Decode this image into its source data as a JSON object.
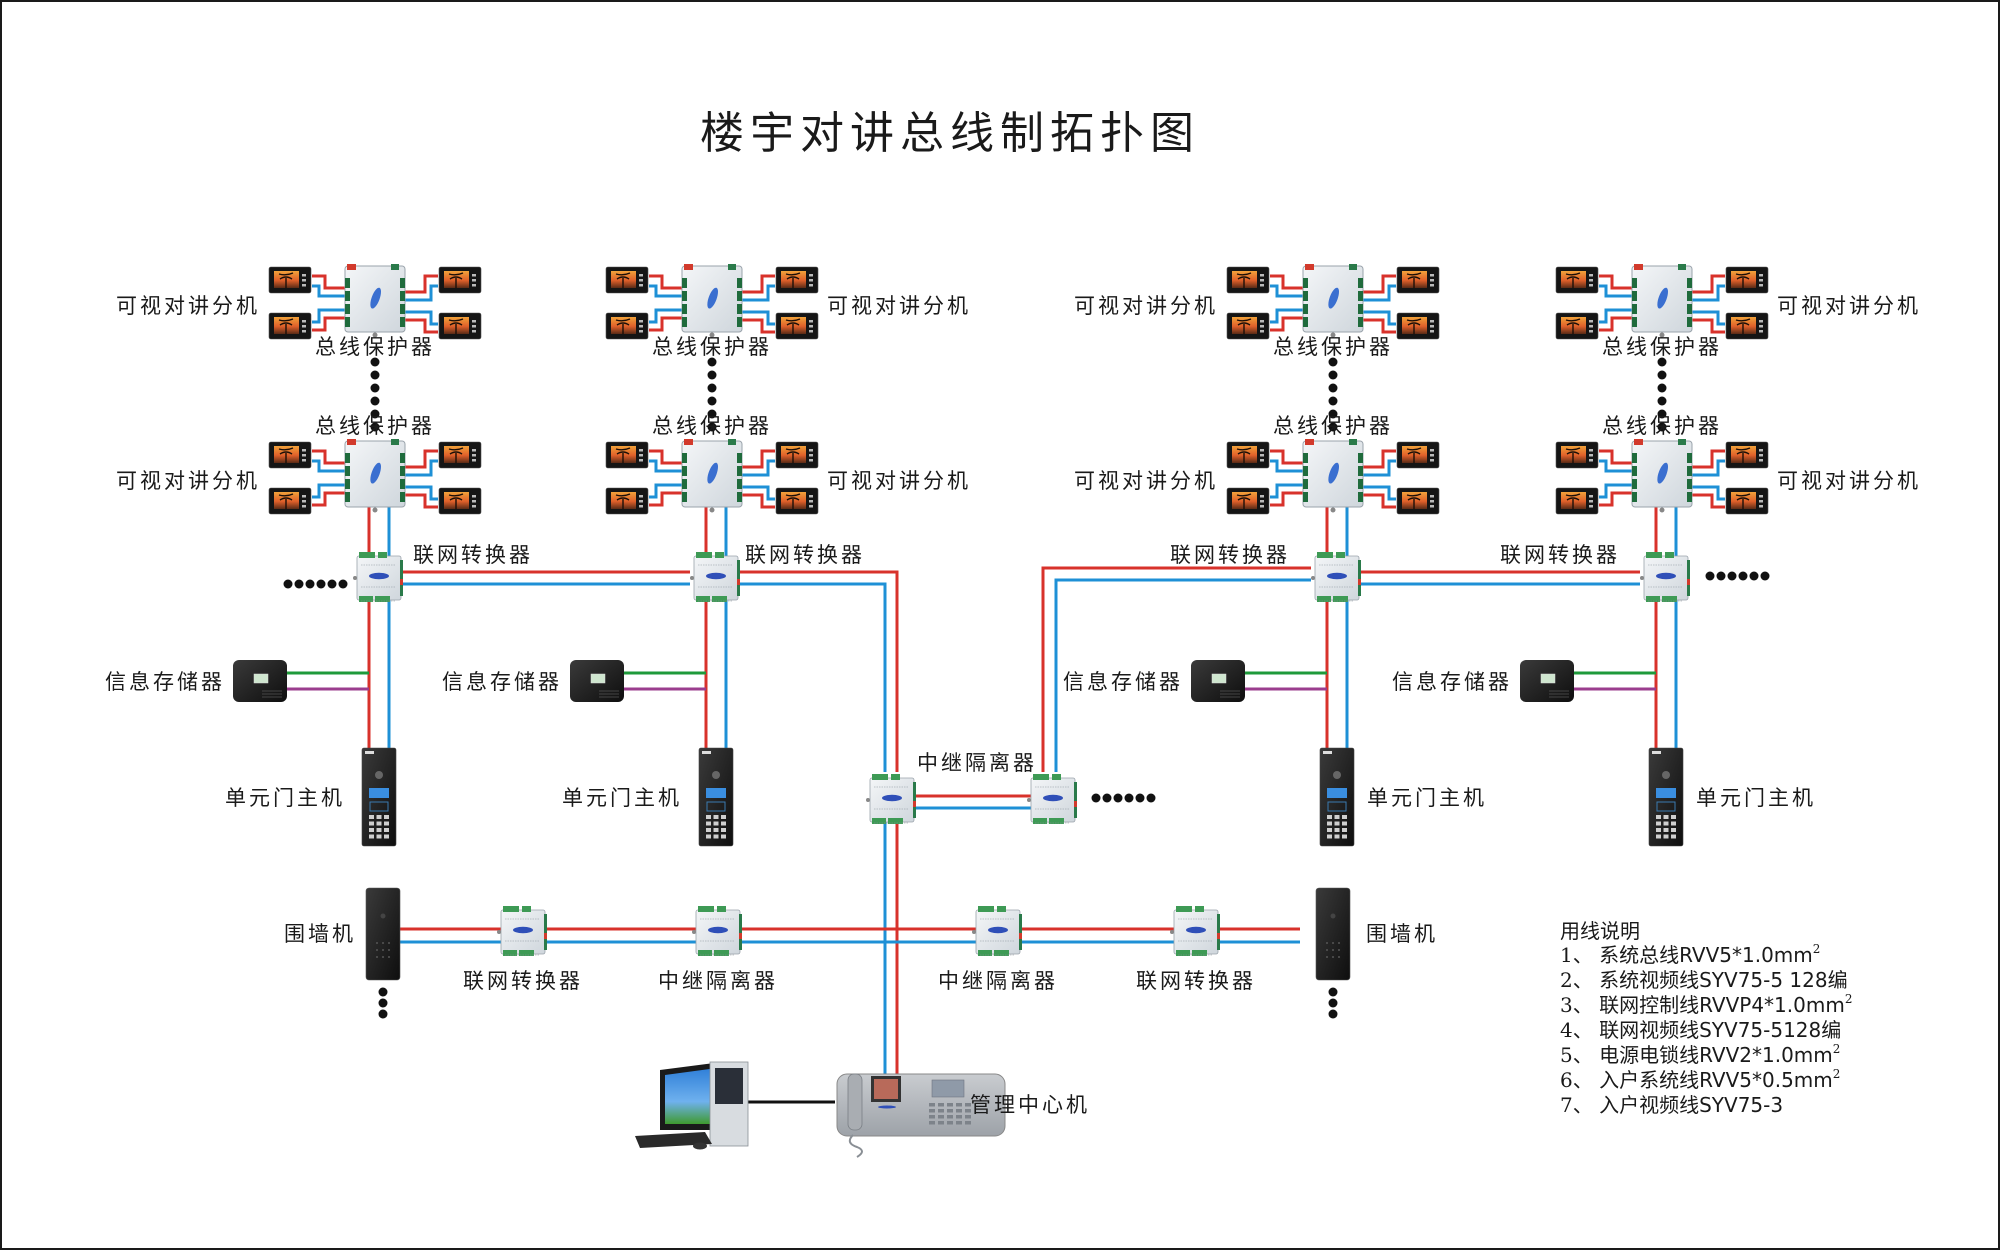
{
  "title": "楼宇对讲总线制拓扑图",
  "colors": {
    "bus_line": "#d8322b",
    "video_line": "#1e90d6",
    "lock_line": "#1e9a3a",
    "storage_line": "#9b3d8e",
    "pc_line": "#111111",
    "dots": "#111111"
  },
  "labels": {
    "indoor_monitor": "可视对讲分机",
    "bus_protector": "总线保护器",
    "network_converter": "联网转换器",
    "info_storage": "信息存储器",
    "unit_door_station": "单元门主机",
    "relay_isolator": "中继隔离器",
    "wall_station": "围墙机",
    "management_center": "管理中心机"
  },
  "columns": [
    {
      "id": "c1",
      "monitor_label_side": "left",
      "storage_label": "信息存储器",
      "door_label": "单元门主机"
    },
    {
      "id": "c2",
      "monitor_label_side": "right",
      "storage_label": "信息存储器",
      "door_label": "单元门主机"
    },
    {
      "id": "c3",
      "monitor_label_side": "left",
      "storage_label": "信息存储器",
      "door_label": "单元门主机"
    },
    {
      "id": "c4",
      "monitor_label_side": "right",
      "storage_label": "信息存储器",
      "door_label": "单元门主机"
    }
  ],
  "legend": {
    "title": "用线说明",
    "items": [
      {
        "num": "1、",
        "name": "系统总线",
        "spec": "RVV5*1.0mm",
        "sup": "2"
      },
      {
        "num": "2、",
        "name": "系统视频线",
        "spec": "SYV75-5  128编",
        "sup": ""
      },
      {
        "num": "3、",
        "name": "联网控制线",
        "spec": "RVVP4*1.0mm",
        "sup": "2"
      },
      {
        "num": "4、",
        "name": "联网视频线",
        "spec": "SYV75-5128编",
        "sup": ""
      },
      {
        "num": "5、",
        "name": "电源电锁线",
        "spec": "RVV2*1.0mm",
        "sup": "2"
      },
      {
        "num": "6、",
        "name": "入户系统线",
        "spec": "RVV5*0.5mm",
        "sup": "2"
      },
      {
        "num": "7、",
        "name": "入户视频线",
        "spec": "SYV75-3",
        "sup": ""
      }
    ]
  }
}
